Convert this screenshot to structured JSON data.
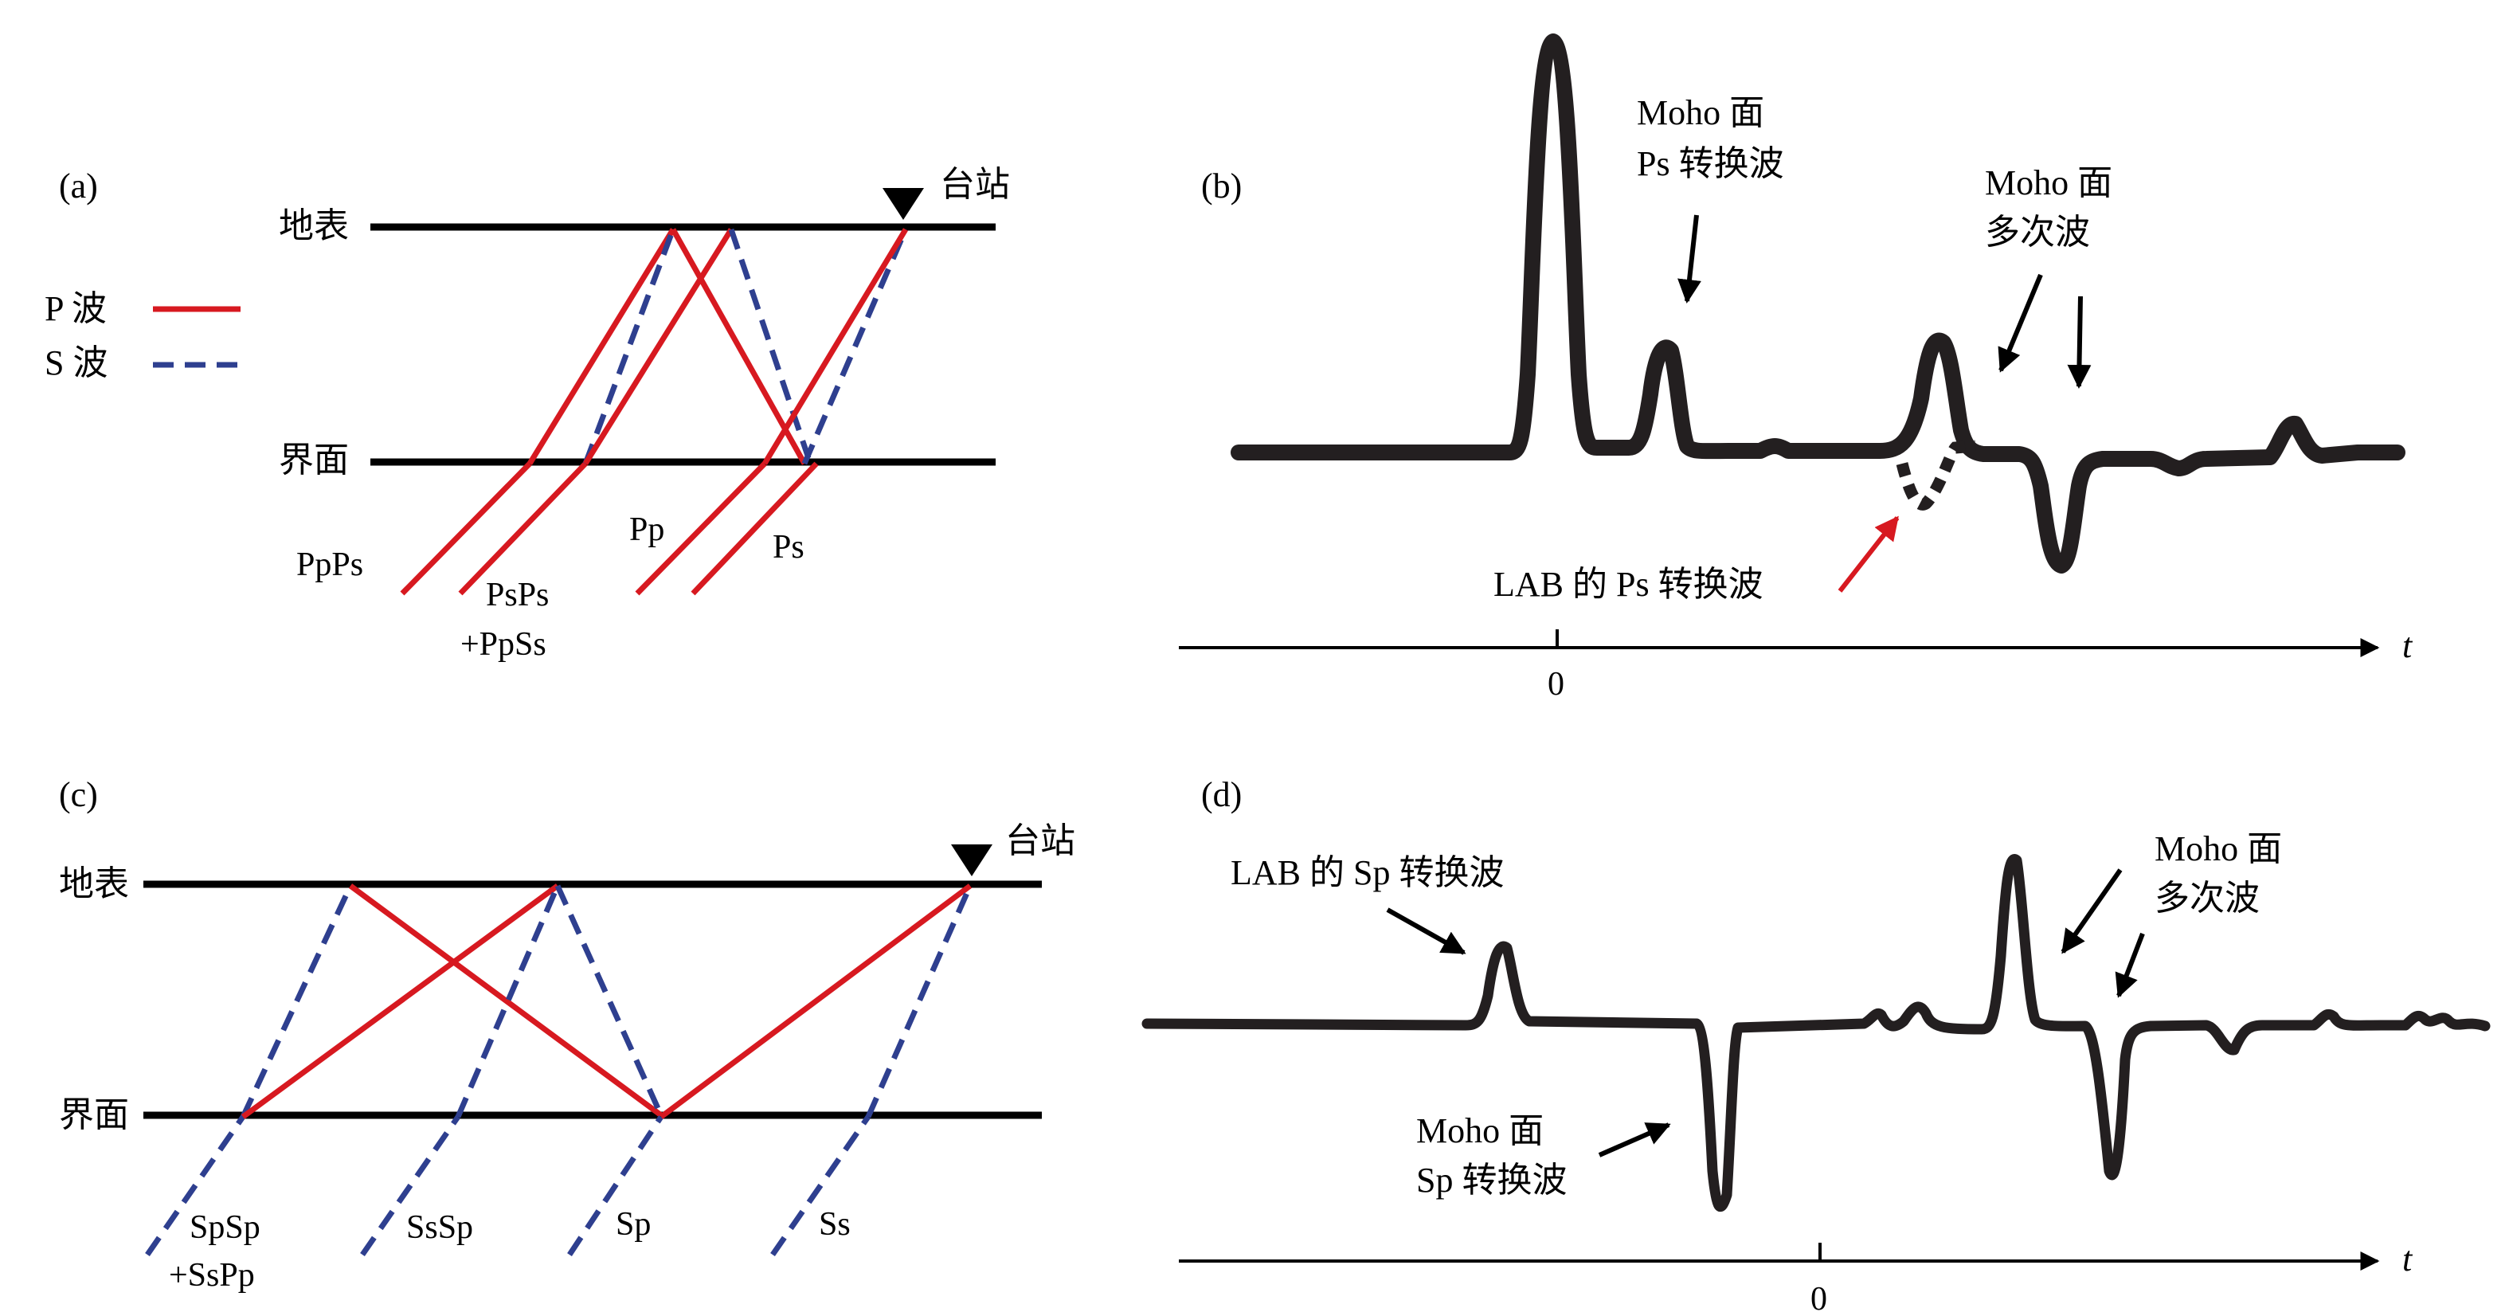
{
  "legend": {
    "p_label": "P 波",
    "s_label": "S 波",
    "p_color": "#d71920",
    "s_color": "#2e3f8f"
  },
  "panel_a": {
    "label": "(a)",
    "surface": "地表",
    "interface": "界面",
    "station": "台站",
    "phases": {
      "ppps": "PpPs",
      "psps_1": "PsPs",
      "psps_2": "+PpSs",
      "pp": "Pp",
      "ps": "Ps"
    }
  },
  "panel_b": {
    "label": "(b)",
    "moho_ps_1": "Moho 面",
    "moho_ps_2": "Ps 转换波",
    "moho_mult_1": "Moho 面",
    "moho_mult_2": "多次波",
    "lab_ps": "LAB 的 Ps 转换波",
    "axis_t": "t",
    "zero": "0"
  },
  "panel_c": {
    "label": "(c)",
    "surface": "地表",
    "interface": "界面",
    "station": "台站",
    "phases": {
      "spsp_1": "SpSp",
      "spsp_2": "+SsPp",
      "sssp": "SsSp",
      "sp": "Sp",
      "ss": "Ss"
    }
  },
  "panel_d": {
    "label": "(d)",
    "lab_sp": "LAB 的 Sp 转换波",
    "moho_mult_1": "Moho 面",
    "moho_mult_2": "多次波",
    "moho_sp_1": "Moho 面",
    "moho_sp_2": "Sp 转换波",
    "axis_t": "t",
    "zero": "0"
  },
  "colors": {
    "line": "#000000",
    "waveform": "#231f20",
    "red_arrow": "#d71920"
  }
}
